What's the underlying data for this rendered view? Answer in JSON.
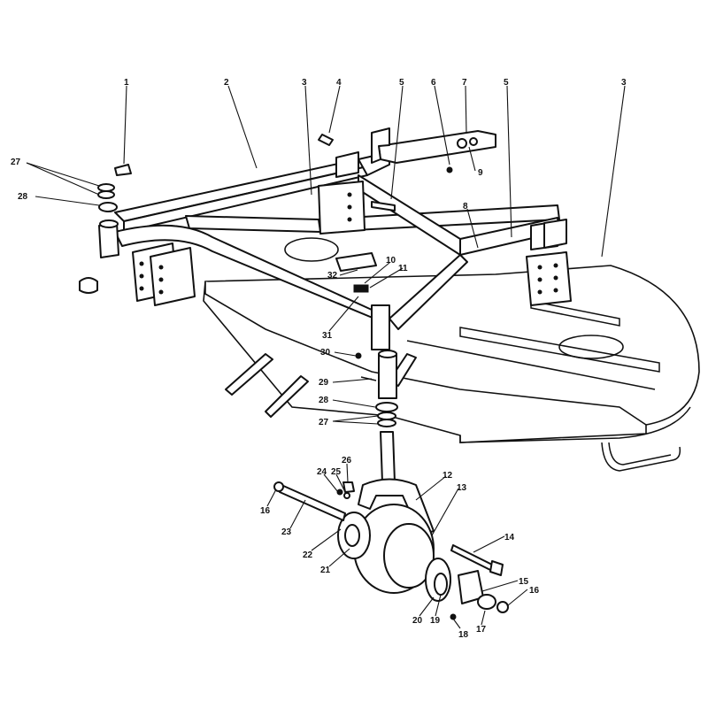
{
  "diagram": {
    "callouts": [
      {
        "id": "c1",
        "text": "1"
      },
      {
        "id": "c2",
        "text": "2"
      },
      {
        "id": "c3a",
        "text": "3"
      },
      {
        "id": "c4",
        "text": "4"
      },
      {
        "id": "c5a",
        "text": "5"
      },
      {
        "id": "c6",
        "text": "6"
      },
      {
        "id": "c7",
        "text": "7"
      },
      {
        "id": "c5b",
        "text": "5"
      },
      {
        "id": "c3b",
        "text": "3"
      },
      {
        "id": "c27a",
        "text": "27"
      },
      {
        "id": "c28a",
        "text": "28"
      },
      {
        "id": "c9",
        "text": "9"
      },
      {
        "id": "c8",
        "text": "8"
      },
      {
        "id": "c10",
        "text": "10"
      },
      {
        "id": "c11",
        "text": "11"
      },
      {
        "id": "c32",
        "text": "32"
      },
      {
        "id": "c31",
        "text": "31"
      },
      {
        "id": "c30",
        "text": "30"
      },
      {
        "id": "c29",
        "text": "29"
      },
      {
        "id": "c28b",
        "text": "28"
      },
      {
        "id": "c27b",
        "text": "27"
      },
      {
        "id": "c12",
        "text": "12"
      },
      {
        "id": "c13",
        "text": "13"
      },
      {
        "id": "c26",
        "text": "26"
      },
      {
        "id": "c24",
        "text": "24"
      },
      {
        "id": "c25",
        "text": "25"
      },
      {
        "id": "c16a",
        "text": "16"
      },
      {
        "id": "c23",
        "text": "23"
      },
      {
        "id": "c22",
        "text": "22"
      },
      {
        "id": "c21",
        "text": "21"
      },
      {
        "id": "c14",
        "text": "14"
      },
      {
        "id": "c15",
        "text": "15"
      },
      {
        "id": "c16b",
        "text": "16"
      },
      {
        "id": "c20",
        "text": "20"
      },
      {
        "id": "c19",
        "text": "19"
      },
      {
        "id": "c18",
        "text": "18"
      },
      {
        "id": "c17",
        "text": "17"
      }
    ]
  }
}
